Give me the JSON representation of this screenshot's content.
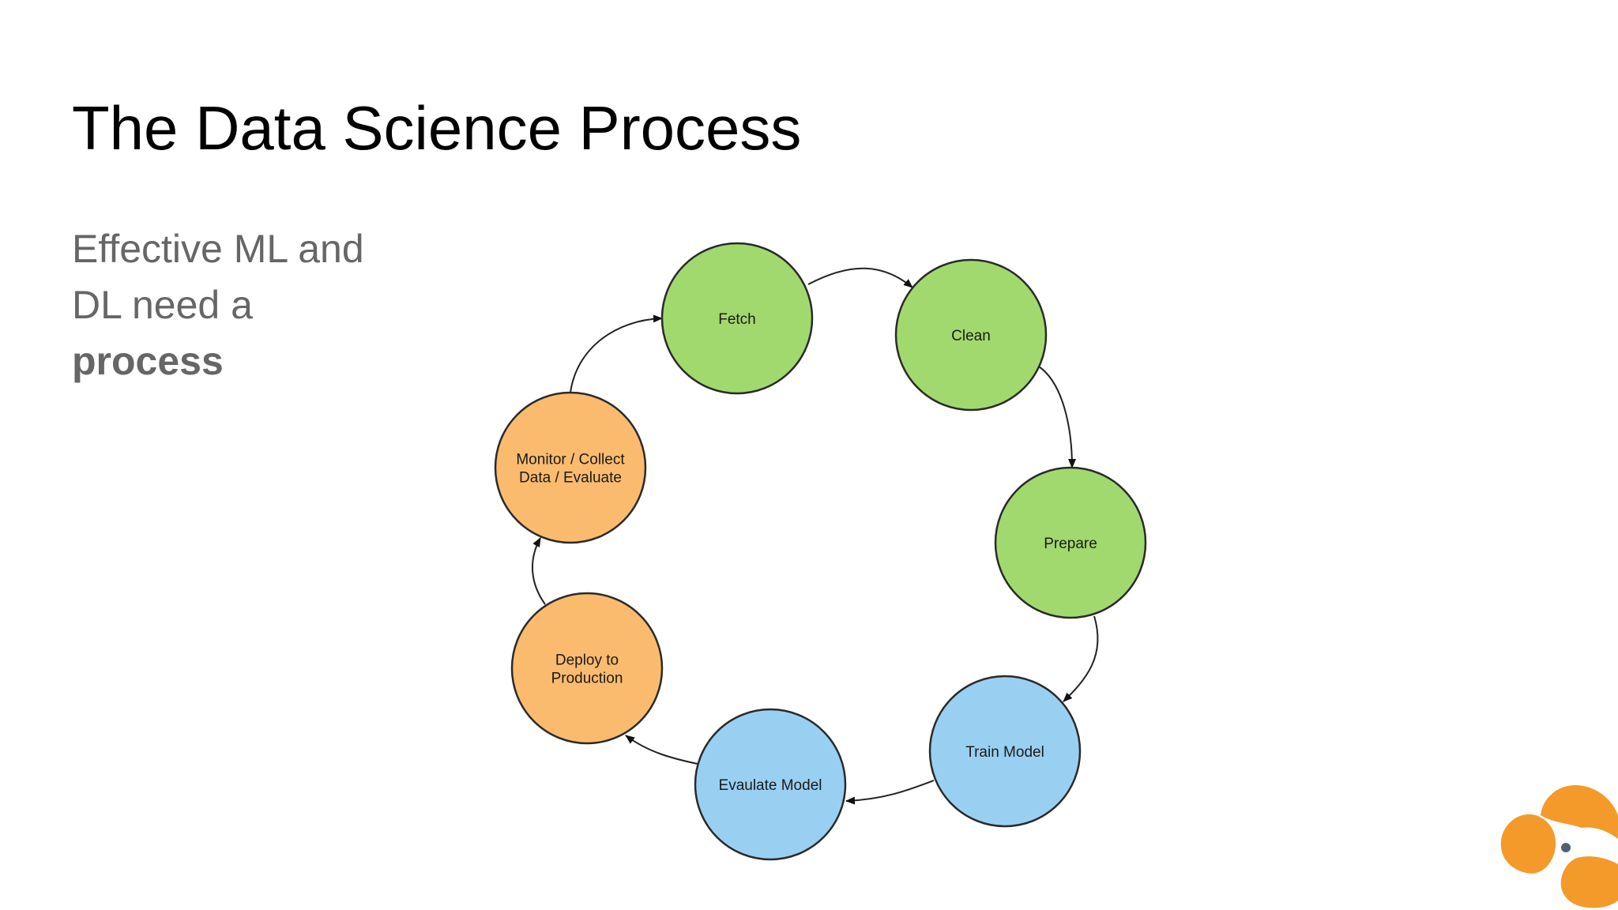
{
  "slide": {
    "title": "The Data Science Process",
    "body": {
      "line1": "Effective ML and",
      "line2": "DL need a",
      "line3": "process"
    }
  },
  "diagram": {
    "nodes": [
      {
        "id": "fetch",
        "lines": [
          "Fetch"
        ],
        "color": "#a2d96e"
      },
      {
        "id": "clean",
        "lines": [
          "Clean"
        ],
        "color": "#a2d96e"
      },
      {
        "id": "prepare",
        "lines": [
          "Prepare"
        ],
        "color": "#a2d96e"
      },
      {
        "id": "train",
        "lines": [
          "Train Model"
        ],
        "color": "#99d0f2"
      },
      {
        "id": "evaluate",
        "lines": [
          "Evaulate Model"
        ],
        "color": "#99d0f2"
      },
      {
        "id": "deploy",
        "lines": [
          "Deploy to",
          "Production"
        ],
        "color": "#fbbb6e"
      },
      {
        "id": "monitor",
        "lines": [
          "Monitor / Collect",
          "Data / Evaluate"
        ],
        "color": "#fbbb6e"
      }
    ],
    "edges": [
      {
        "from": "fetch",
        "to": "clean"
      },
      {
        "from": "clean",
        "to": "prepare"
      },
      {
        "from": "prepare",
        "to": "train"
      },
      {
        "from": "train",
        "to": "evaluate"
      },
      {
        "from": "evaluate",
        "to": "deploy"
      },
      {
        "from": "deploy",
        "to": "monitor"
      },
      {
        "from": "monitor",
        "to": "fetch"
      }
    ]
  },
  "colors": {
    "green": "#a2d96e",
    "blue": "#99d0f2",
    "orange": "#fbbb6e",
    "logo_orange": "#f39a2a"
  },
  "logo": {
    "icon": "company-logo-icon"
  }
}
